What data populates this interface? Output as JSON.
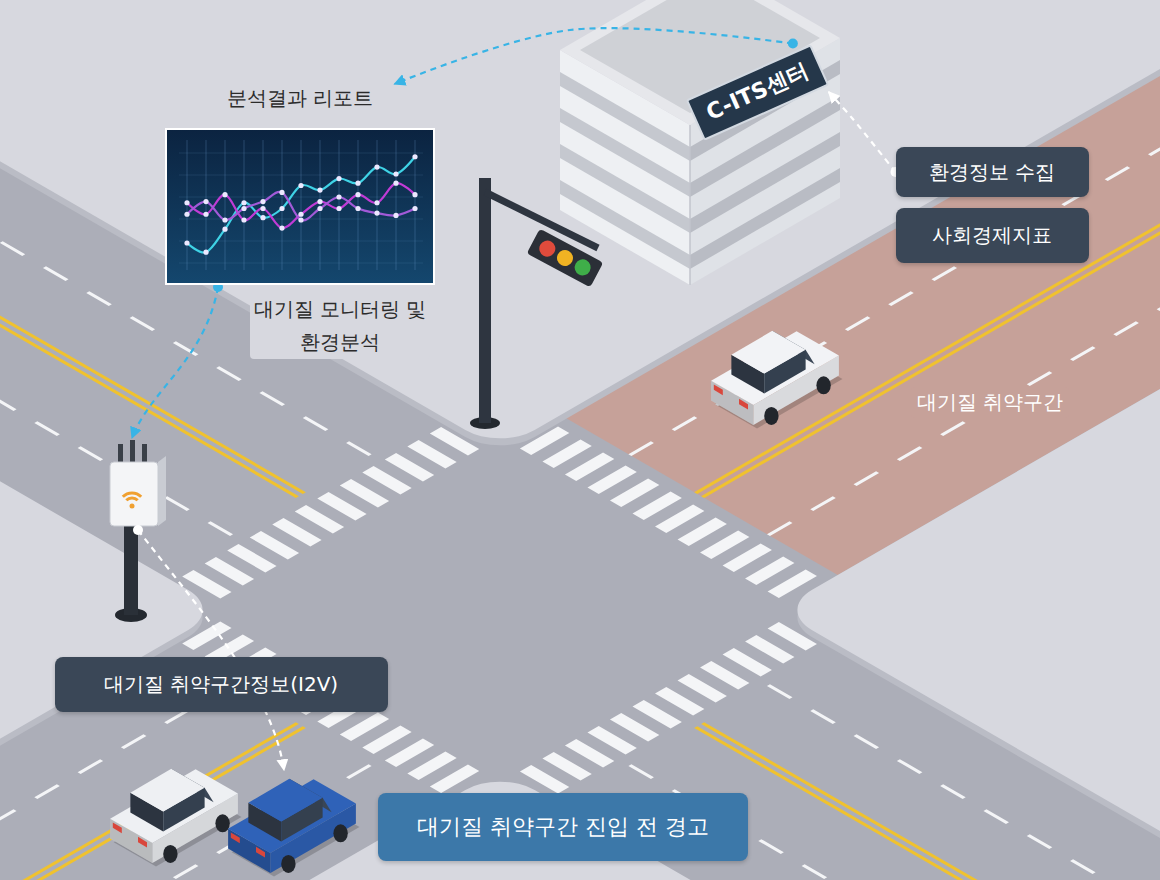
{
  "diagram": {
    "nodes": [
      {
        "text": [
          "분석결과 리포트",
          "대기질 모니터링 및 환경분석"
        ]
      },
      {
        "text": [
          "C-ITS센터"
        ]
      },
      {
        "text": [
          "환경정보 수집"
        ]
      },
      {
        "text": [
          "사회경제지표"
        ]
      },
      {
        "text": [
          "대기질 취약구간정보(I2V)"
        ]
      },
      {
        "text": [
          "대기질 취약구간 진입 전 경고"
        ]
      }
    ],
    "edges": [
      {
        "from": 2,
        "to": 1,
        "arrow": "to"
      },
      {
        "from": 1,
        "to": 0,
        "arrow": "to"
      }
    ],
    "labels": [
      "대기질 취약구간"
    ]
  }
}
